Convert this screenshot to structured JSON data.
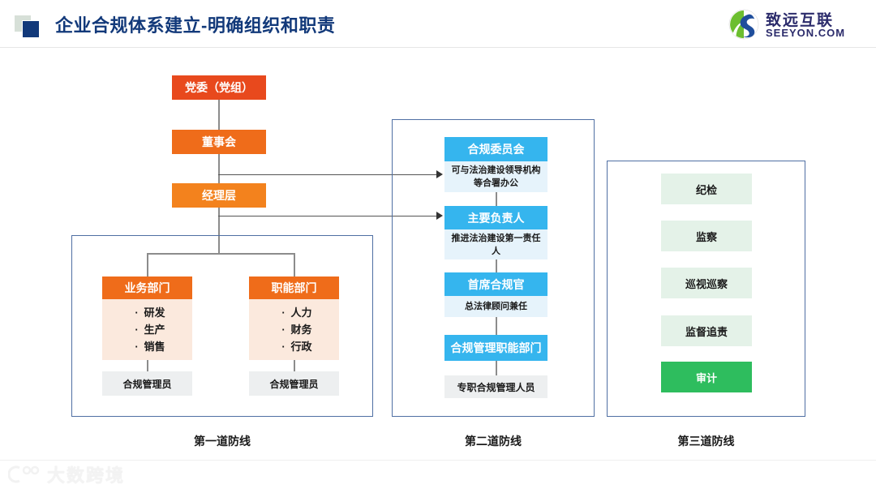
{
  "header": {
    "title": "企业合规体系建立-明确组织和职责",
    "icon": "double-square-icon",
    "accent_color": "#12397a"
  },
  "logo": {
    "cn": "致远互联",
    "en": "SEEYON.COM",
    "mark": "swirl-logo-icon",
    "green": "#5cb531",
    "blue": "#1f4e9c"
  },
  "line1": {
    "caption": "第一道防线",
    "top_chain": [
      {
        "label": "党委（党组）",
        "style": "orange-dark"
      },
      {
        "label": "董事会",
        "style": "orange-mid"
      },
      {
        "label": "经理层",
        "style": "orange-light"
      }
    ],
    "departments": [
      {
        "title": "业务部门",
        "items": [
          "研发",
          "生产",
          "销售"
        ],
        "footer": "合规管理员"
      },
      {
        "title": "职能部门",
        "items": [
          "人力",
          "财务",
          "行政"
        ],
        "footer": "合规管理员"
      }
    ]
  },
  "line2": {
    "caption": "第二道防线",
    "nodes": [
      {
        "title": "合规委员会",
        "sub": "可与法治建设领导机构等合署办公",
        "sub_style": "blue-sub"
      },
      {
        "title": "主要负责人",
        "sub": "推进法治建设第一责任人",
        "sub_style": "blue-sub"
      },
      {
        "title": "首席合规官",
        "sub": "总法律顾问兼任",
        "sub_style": "blue-sub"
      },
      {
        "title": "合规管理职能部门",
        "sub": "专职合规管理人员",
        "sub_style": "gray-box"
      }
    ]
  },
  "line3": {
    "caption": "第三道防线",
    "items": [
      {
        "label": "纪检",
        "style": "green-light"
      },
      {
        "label": "监察",
        "style": "green-light"
      },
      {
        "label": "巡视巡察",
        "style": "green-light"
      },
      {
        "label": "监督追责",
        "style": "green-light"
      },
      {
        "label": "审计",
        "style": "green-solid"
      }
    ]
  },
  "watermark": {
    "text": "大数跨境",
    "mark": "circle-logo-icon"
  },
  "colors": {
    "orange_dark": "#e8491d",
    "orange_mid": "#ef6c1a",
    "orange_light": "#f3821d",
    "blue": "#35b5ee",
    "blue_sub": "#e6f3fb",
    "green_light": "#e4f2e8",
    "green_solid": "#2ebd5e",
    "frame": "#4f6fa3",
    "gray": "#edeff0"
  }
}
